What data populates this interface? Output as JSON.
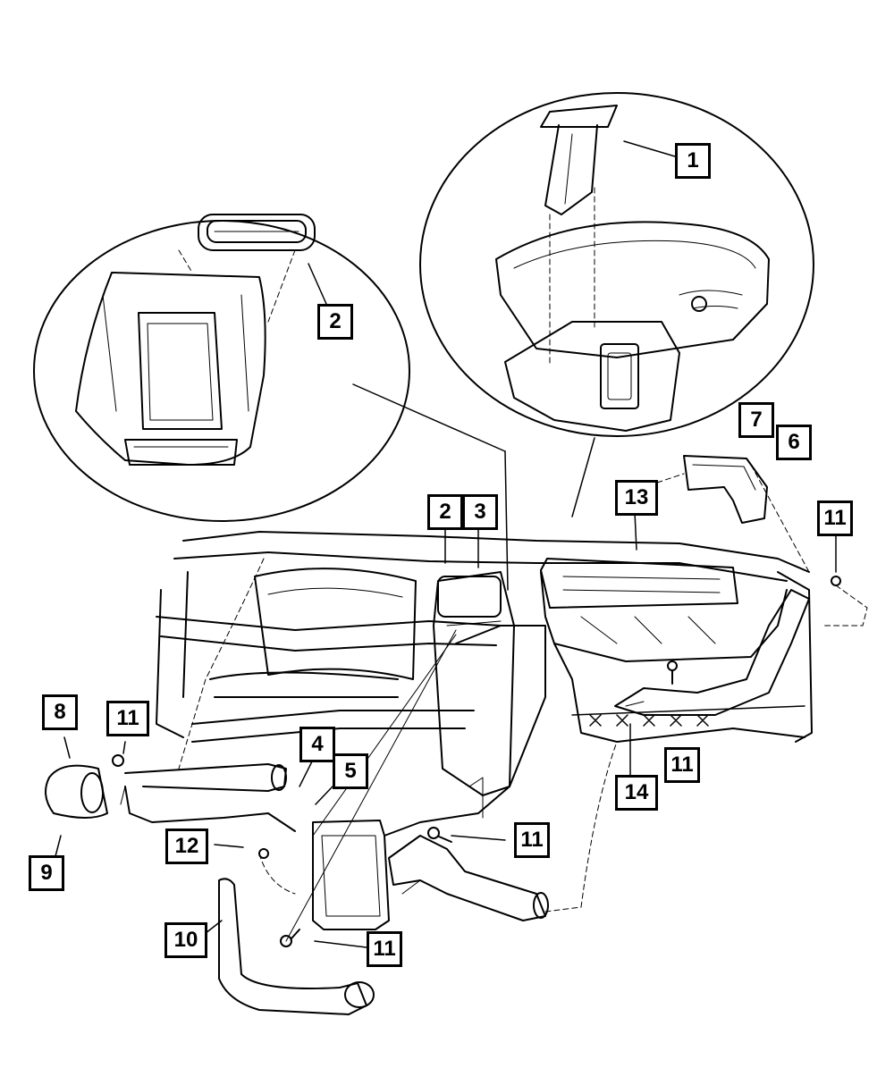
{
  "diagram": {
    "background": "#ffffff",
    "ink": "#000000",
    "callouts": [
      {
        "id": "c1",
        "label": "1"
      },
      {
        "id": "c2a",
        "label": "2"
      },
      {
        "id": "c2b",
        "label": "2"
      },
      {
        "id": "c3",
        "label": "3"
      },
      {
        "id": "c4",
        "label": "4"
      },
      {
        "id": "c5",
        "label": "5"
      },
      {
        "id": "c6",
        "label": "6"
      },
      {
        "id": "c7",
        "label": "7"
      },
      {
        "id": "c8",
        "label": "8"
      },
      {
        "id": "c9",
        "label": "9"
      },
      {
        "id": "c10",
        "label": "10"
      },
      {
        "id": "c11a",
        "label": "11"
      },
      {
        "id": "c11b",
        "label": "11"
      },
      {
        "id": "c11c",
        "label": "11"
      },
      {
        "id": "c11d",
        "label": "11"
      },
      {
        "id": "c11e",
        "label": "11"
      },
      {
        "id": "c12",
        "label": "12"
      },
      {
        "id": "c13",
        "label": "13"
      },
      {
        "id": "c14",
        "label": "14"
      }
    ]
  }
}
